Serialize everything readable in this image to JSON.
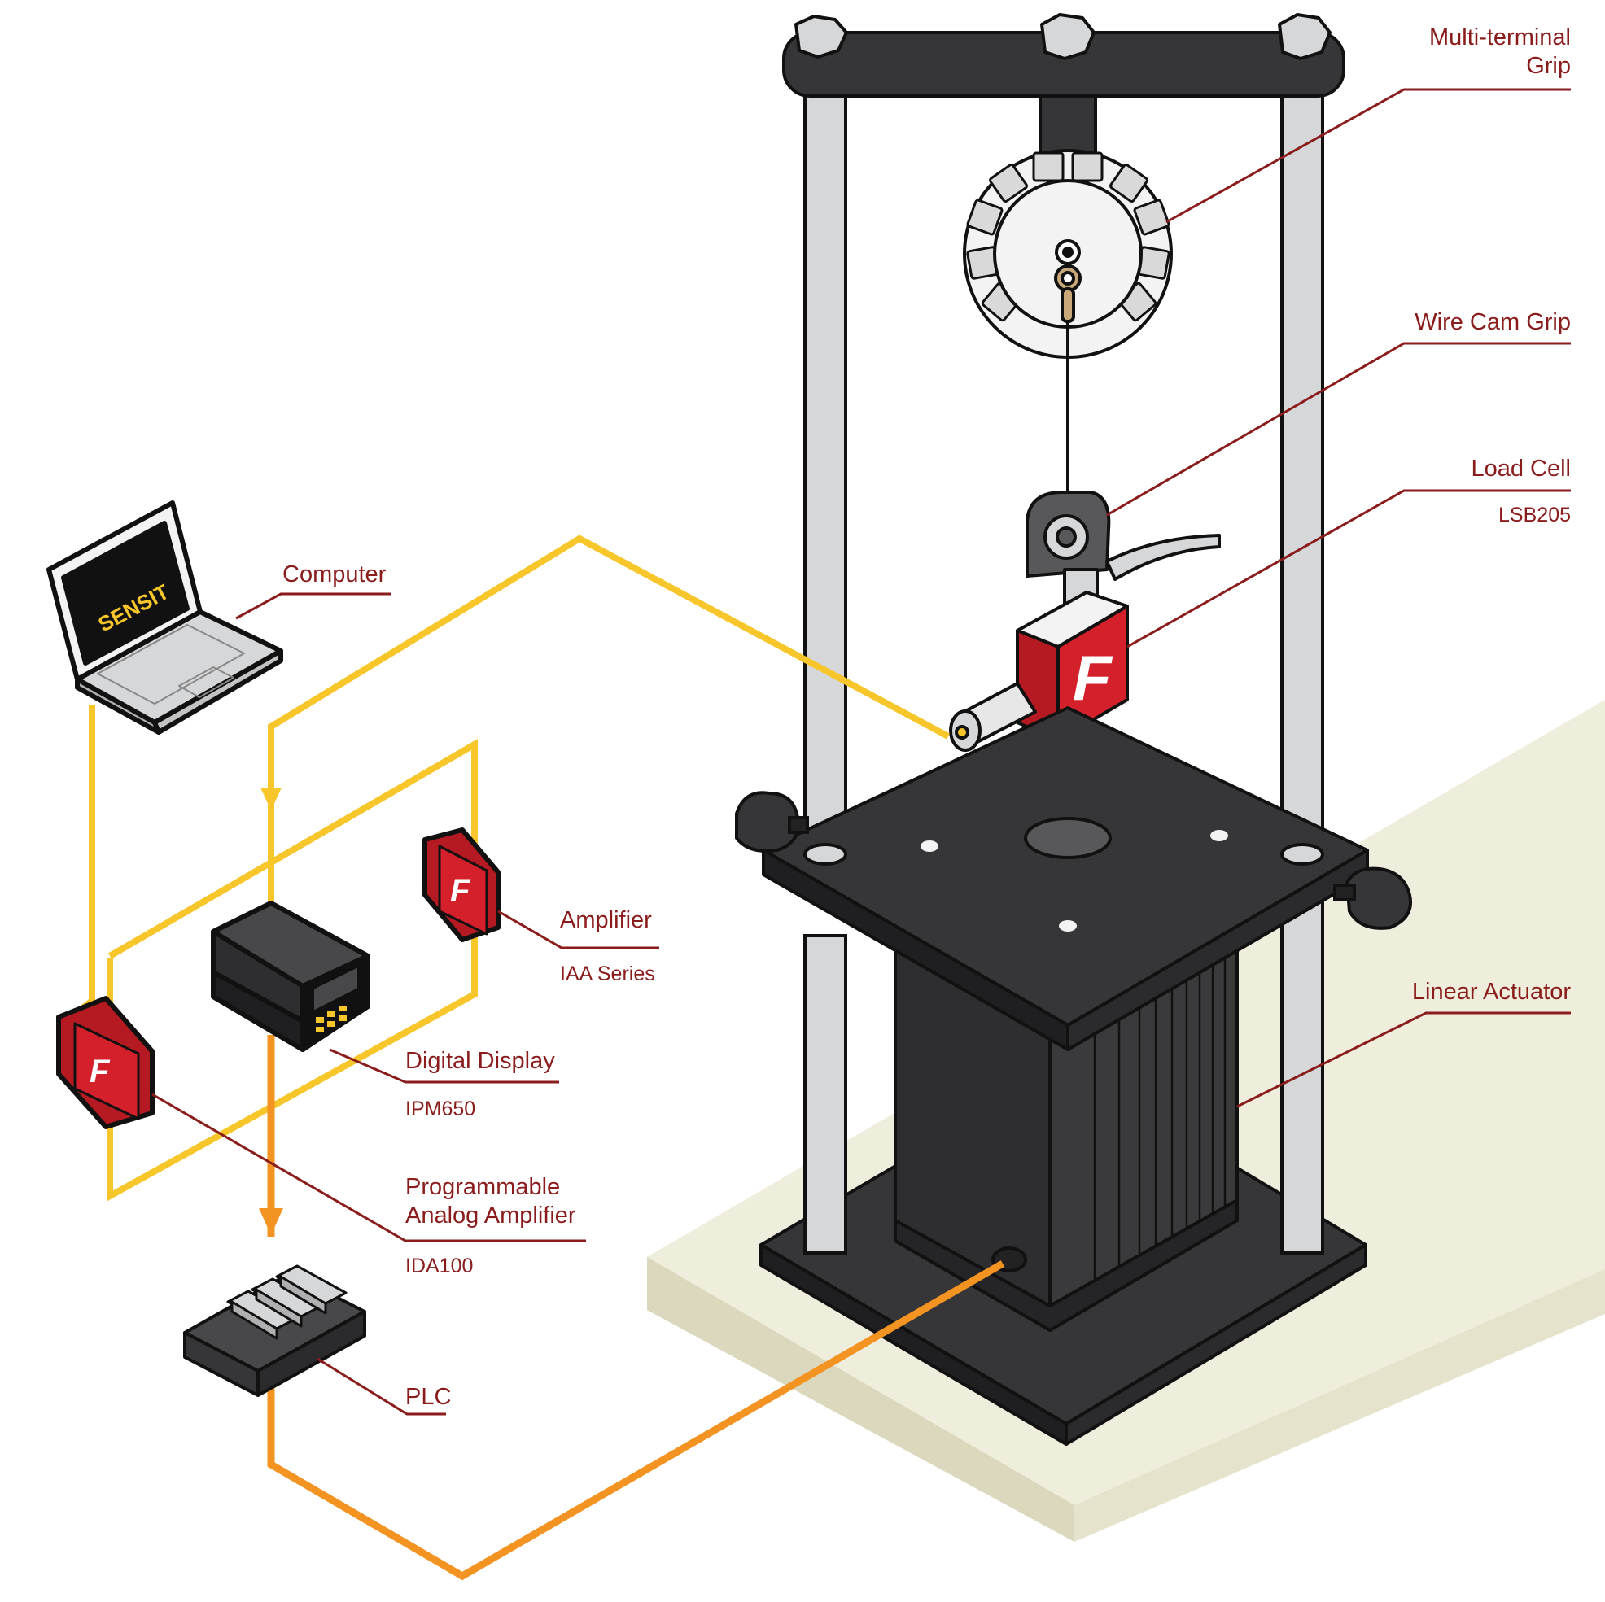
{
  "colors": {
    "label": "#8a1c1c",
    "leader": "#8a1c1c",
    "wire_yellow": "#f6c62a",
    "wire_orange": "#f39322",
    "frame_dark": "#363638",
    "frame_black": "#1a1a1a",
    "rod": "#d6d7d9",
    "sensor_red": "#d4202a",
    "floor": "#efeddc"
  },
  "labels": {
    "multi_terminal_grip": {
      "line1": "Multi-terminal",
      "line2": "Grip"
    },
    "wire_cam_grip": {
      "title": "Wire Cam Grip"
    },
    "load_cell": {
      "title": "Load Cell",
      "model": "LSB205"
    },
    "linear_actuator": {
      "title": "Linear Actuator"
    },
    "computer": {
      "title": "Computer"
    },
    "amplifier": {
      "title": "Amplifier",
      "model": "IAA Series"
    },
    "digital_display": {
      "title": "Digital Display",
      "model": "IPM650"
    },
    "programmable_amplifier": {
      "line1": "Programmable",
      "line2": "Analog Amplifier",
      "model": "IDA100"
    },
    "plc": {
      "title": "PLC"
    }
  },
  "laptop_screen_logo": "SENSIT",
  "sensor_logo": "F"
}
